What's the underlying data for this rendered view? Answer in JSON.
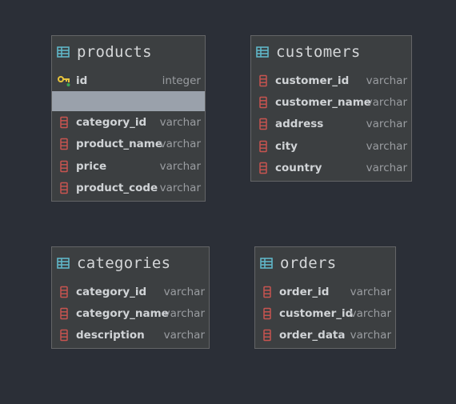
{
  "colors": {
    "background": "#2b2f37",
    "table_background": "#3c3f41",
    "table_border": "#646567",
    "table_icon": "#5fb6c8",
    "column_icon": "#c75450",
    "key_icon": "#e8c43c",
    "selected_row": "#9aa1ab"
  },
  "tables": {
    "products": {
      "title": "products",
      "icon": "table-icon",
      "columns": [
        {
          "name": "id",
          "type": "integer",
          "icon": "primary-key-icon"
        },
        {
          "name": "",
          "type": "",
          "icon": "",
          "selected": true
        },
        {
          "name": "category_id",
          "type": "varchar",
          "icon": "column-icon"
        },
        {
          "name": "product_name",
          "type": "varchar",
          "icon": "column-icon"
        },
        {
          "name": "price",
          "type": "varchar",
          "icon": "column-icon"
        },
        {
          "name": "product_code",
          "type": "varchar",
          "icon": "column-icon"
        }
      ]
    },
    "customers": {
      "title": "customers",
      "icon": "table-icon",
      "columns": [
        {
          "name": "customer_id",
          "type": "varchar",
          "icon": "column-icon"
        },
        {
          "name": "customer_name",
          "type": "varchar",
          "icon": "column-icon"
        },
        {
          "name": "address",
          "type": "varchar",
          "icon": "column-icon"
        },
        {
          "name": "city",
          "type": "varchar",
          "icon": "column-icon"
        },
        {
          "name": "country",
          "type": "varchar",
          "icon": "column-icon"
        }
      ]
    },
    "categories": {
      "title": "categories",
      "icon": "table-icon",
      "columns": [
        {
          "name": "category_id",
          "type": "varchar",
          "icon": "column-icon"
        },
        {
          "name": "category_name",
          "type": "varchar",
          "icon": "column-icon"
        },
        {
          "name": "description",
          "type": "varchar",
          "icon": "column-icon"
        }
      ]
    },
    "orders": {
      "title": "orders",
      "icon": "table-icon",
      "columns": [
        {
          "name": "order_id",
          "type": "varchar",
          "icon": "column-icon"
        },
        {
          "name": "customer_id",
          "type": "varchar",
          "icon": "column-icon"
        },
        {
          "name": "order_data",
          "type": "varchar",
          "icon": "column-icon"
        }
      ]
    }
  }
}
